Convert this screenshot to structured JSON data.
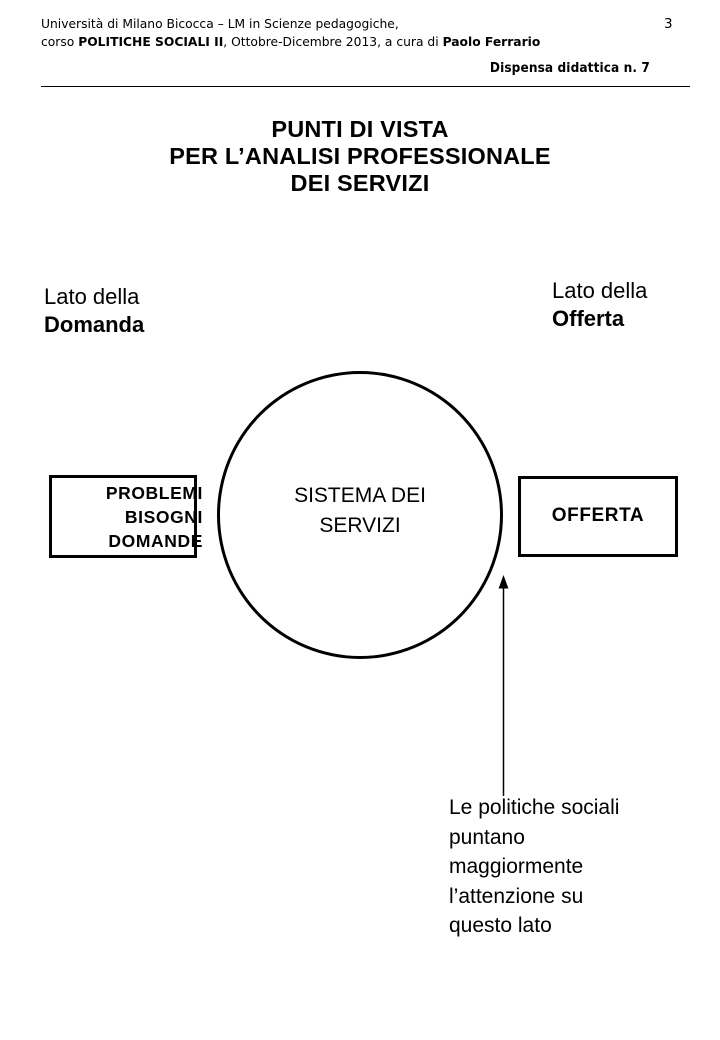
{
  "header": {
    "line1_plain": "Università di Milano Bicocca – LM in Scienze pedagogiche,",
    "line2_prefix": "corso ",
    "line2_bold1": "POLITICHE SOCIALI II",
    "line2_middle": ", Ottobre-Dicembre 2013,  a cura di ",
    "line2_bold2": "Paolo Ferrario",
    "page_number": "3",
    "dispensa": "Dispensa didattica n. 7"
  },
  "title": {
    "line1": "PUNTI DI VISTA",
    "line2": "PER L’ANALISI PROFESSIONALE",
    "line3": "DEI SERVIZI"
  },
  "diagram": {
    "label_left": {
      "line1": "Lato della",
      "line2": "Domanda"
    },
    "label_right": {
      "line1": "Lato della",
      "line2": "Offerta"
    },
    "circle": {
      "line1": "SISTEMA DEI",
      "line2": "SERVIZI"
    },
    "box_left": {
      "line1": "PROBLEMI",
      "line2": "BISOGNI",
      "line3": "DOMANDE"
    },
    "box_right": {
      "label": "OFFERTA"
    },
    "arrow": {
      "direction": "up",
      "name": "arrow-up-icon"
    },
    "caption": {
      "line1": "Le politiche sociali",
      "line2": "puntano",
      "line3": "maggiormente",
      "line4": "l’attenzione su",
      "line5": "questo lato"
    }
  },
  "colors": {
    "ink": "#000000",
    "page": "#ffffff"
  }
}
